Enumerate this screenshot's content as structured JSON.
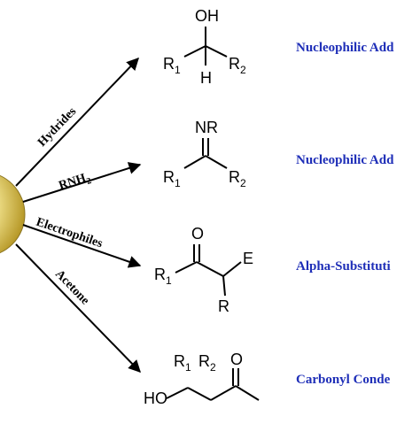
{
  "colors": {
    "reaction_label": "#1f2fb8",
    "sphere_light": "#fdfbe2",
    "sphere_mid": "#efe08a",
    "sphere_dark": "#b89a2a",
    "ink": "#000000"
  },
  "reagents": {
    "hydrides": "Hydrides",
    "amine": "RNH",
    "amine_sub": "2",
    "electrophiles": "Electrophiles",
    "acetone": "Acetone"
  },
  "reactions": {
    "r1": "Nucleophilic Add",
    "r2": "Nucleophilic Add",
    "r3": "Alpha-Substituti",
    "r4": "Carbonyl Conde"
  },
  "products": {
    "alcohol": {
      "oh": "OH",
      "r": "R",
      "r1_sub": "1",
      "r2_sub": "2",
      "h": "H"
    },
    "imine": {
      "nr": "NR",
      "r": "R",
      "r1_sub": "1",
      "r2_sub": "2"
    },
    "alpha": {
      "o": "O",
      "e": "E",
      "r": "R",
      "r1_sub": "1"
    },
    "aldol": {
      "r": "R",
      "r1_sub": "1",
      "r2_sub": "2",
      "ho": "HO",
      "o": "O"
    }
  }
}
